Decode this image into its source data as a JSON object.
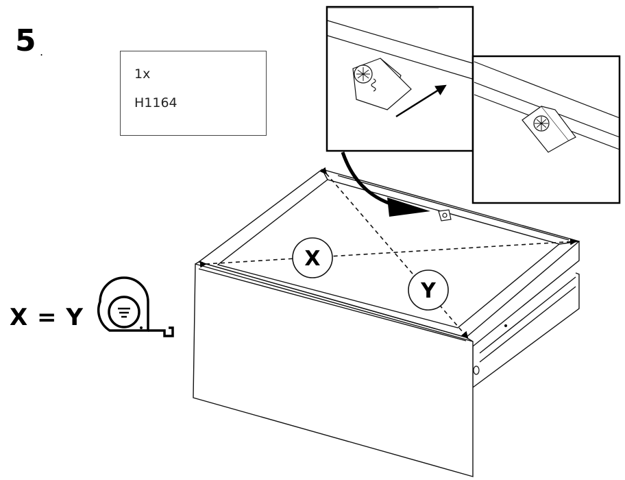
{
  "step": {
    "number": "5",
    "dot": "."
  },
  "part": {
    "quantity": "1x",
    "code": "H1164"
  },
  "equation": "X = Y",
  "diagonal_labels": {
    "x": "X",
    "y": "Y"
  },
  "icons": {
    "part_image": "drawer-clip-hardware-icon",
    "measure": "tape-measure-icon",
    "screw": "screw-icon"
  }
}
